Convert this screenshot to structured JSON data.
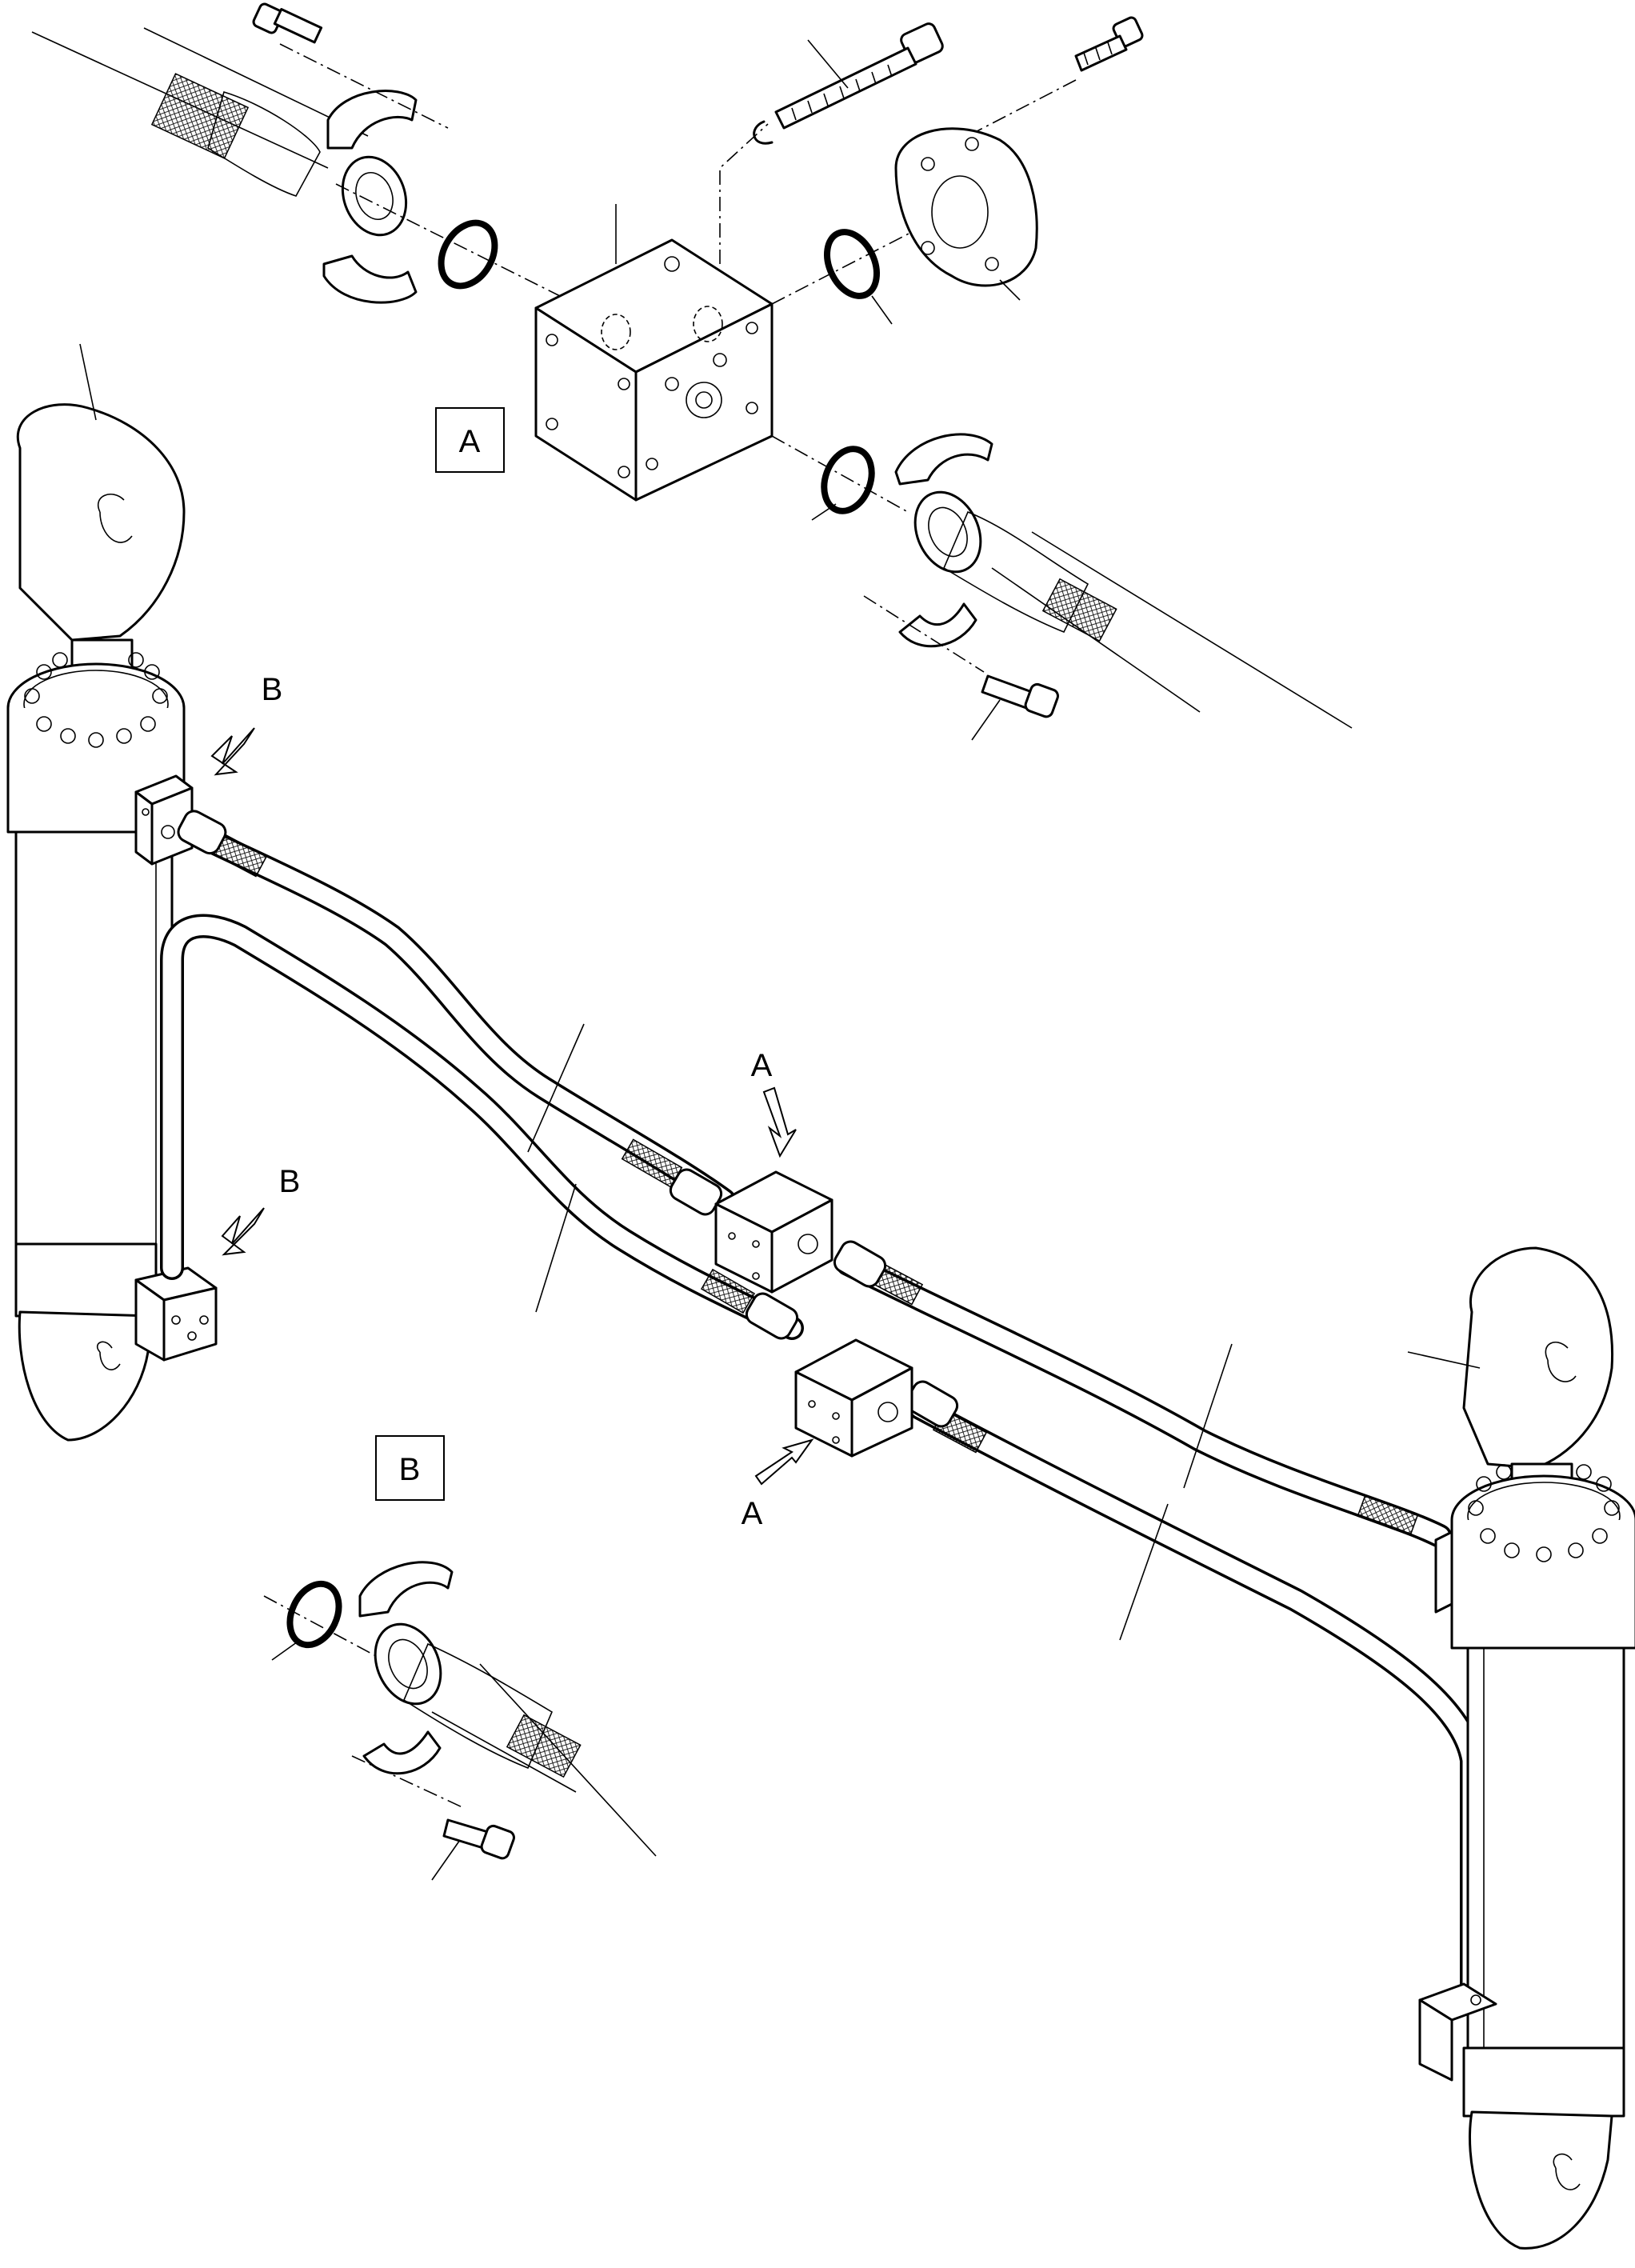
{
  "labels": {
    "box_a": "A",
    "box_b": "B",
    "callout_b_upper": "B",
    "callout_b_lower": "B",
    "callout_a_upper": "A",
    "callout_a_lower": "A"
  }
}
